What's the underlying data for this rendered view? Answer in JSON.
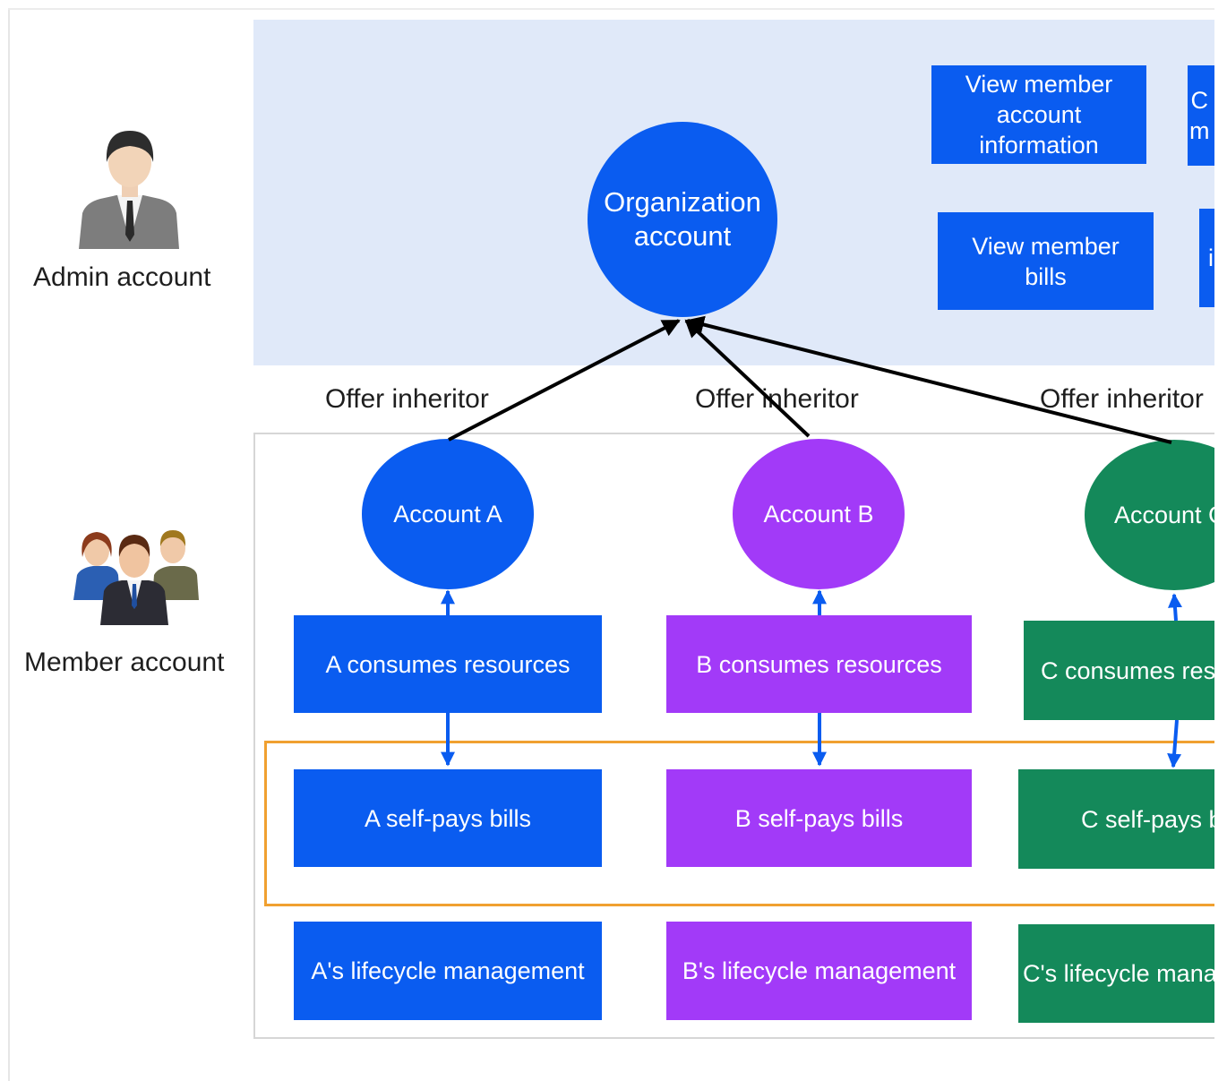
{
  "roles": {
    "admin_label": "Admin account",
    "member_label": "Member account"
  },
  "org": {
    "line1": "Organization",
    "line2": "account"
  },
  "admin_actions": {
    "view_info": "View member account information",
    "view_bills": "View member bills",
    "partial_top": "C\nm",
    "partial_bottom": "i"
  },
  "offer_labels": [
    "Offer inheritor",
    "Offer inheritor",
    "Offer inheritor"
  ],
  "accounts": {
    "a": {
      "name": "Account A",
      "consumes": "A consumes resources",
      "pays": "A self-pays bills",
      "lifecycle": "A's lifecycle management"
    },
    "b": {
      "name": "Account B",
      "consumes": "B consumes resources",
      "pays": "B self-pays bills",
      "lifecycle": "B's lifecycle management"
    },
    "c": {
      "name": "Account C",
      "consumes": "C consumes resources",
      "pays": "C self-pays bills",
      "lifecycle": "C's lifecycle management"
    }
  },
  "colors": {
    "blue": "#0a5cf0",
    "purple": "#a23af8",
    "green": "#14895a",
    "orange": "#f0a030",
    "admin_band": "#e0e9f9"
  }
}
